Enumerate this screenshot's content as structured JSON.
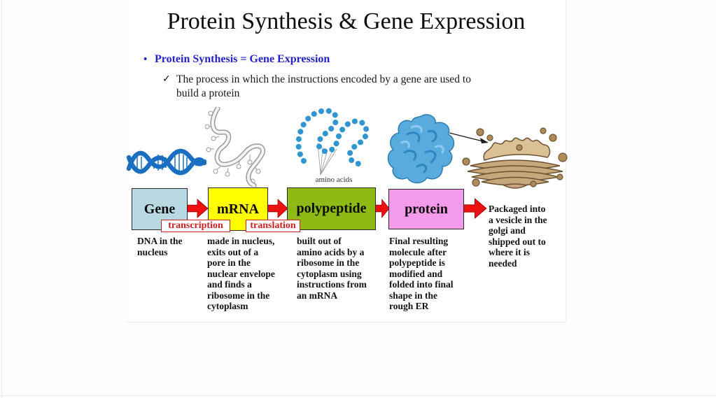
{
  "slide": {
    "title": "Protein Synthesis & Gene Expression",
    "bullet_marker": "•",
    "bullet_text": "Protein Synthesis = Gene Expression",
    "check_marker": "✓",
    "check_text": "The process in which the instructions encoded by a gene are used to\nbuild a protein"
  },
  "diagram": {
    "amino_acids_label": "amino acids",
    "stages": [
      {
        "label": "Gene",
        "box_color": "#b9d9e2",
        "description": "DNA in the\nnucleus"
      },
      {
        "label": "mRNA",
        "box_color": "#ffff00",
        "description": "made in nucleus,\nexits out of a\npore in the\nnuclear envelope\nand finds a\nribosome in the\ncytoplasm"
      },
      {
        "label": "polypeptide",
        "box_color": "#8eba16",
        "description": "built out of\namino acids by a\nribosome in the\ncytoplasm using\ninstructions from\nan mRNA"
      },
      {
        "label": "protein",
        "box_color": "#f49aeb",
        "description": "Final resulting\nmolecule after\npolypeptide is\nmodified and\nfolded into final\nshape in the\nrough ER"
      }
    ],
    "process_labels": [
      {
        "label": "transcription"
      },
      {
        "label": "translation"
      }
    ],
    "final_note": "Packaged into\na vesicle in the\ngolgi and\nshipped out to\nwhere it is\nneeded",
    "icons": [
      {
        "name": "dna-double-helix"
      },
      {
        "name": "mrna-strand"
      },
      {
        "name": "polypeptide-chain"
      },
      {
        "name": "protein-molecule"
      },
      {
        "name": "golgi-apparatus"
      }
    ],
    "colors": {
      "arrow_red": "#ee1111",
      "process_label_red": "#cc2020",
      "heading_blue": "#2323c8",
      "bead_blue": "#2f96d2",
      "dna_blue": "#1b6fc1",
      "golgi_tan": "#c8a77a"
    }
  }
}
